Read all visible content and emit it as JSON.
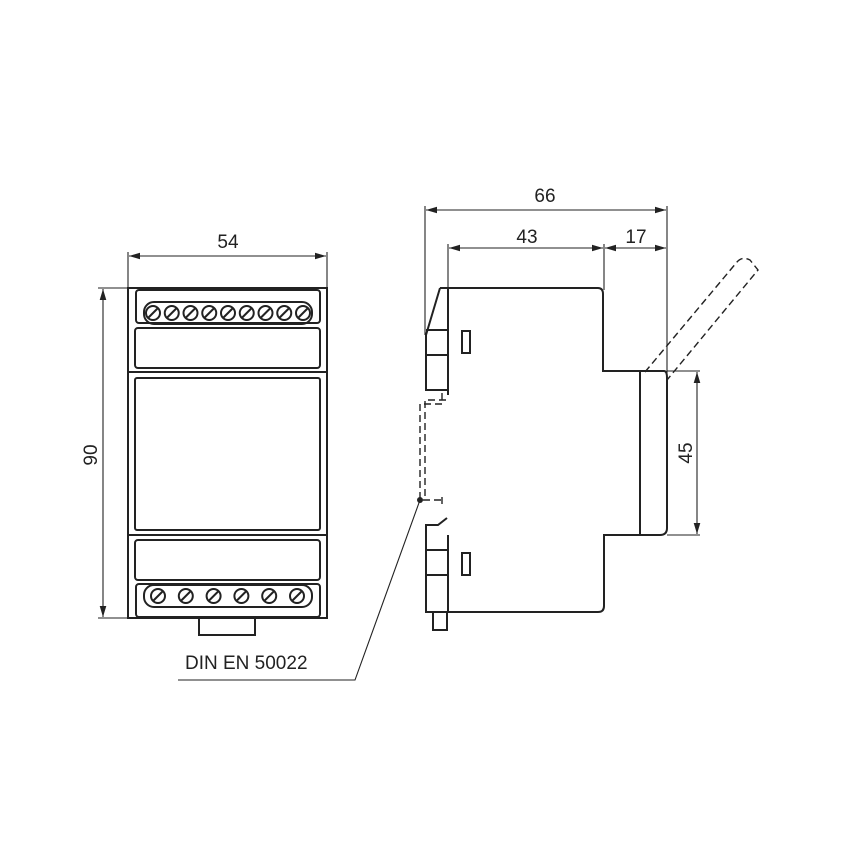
{
  "title": "DIN rail module dimension drawing",
  "front_view": {
    "width_label": "54",
    "height_label": "90",
    "top_terminal_count": 9,
    "bottom_terminal_count": 6
  },
  "side_view": {
    "total_depth_label": "66",
    "body_depth_label": "43",
    "front_depth_label": "17",
    "front_height_label": "45"
  },
  "rail_label": "DIN EN 50022"
}
